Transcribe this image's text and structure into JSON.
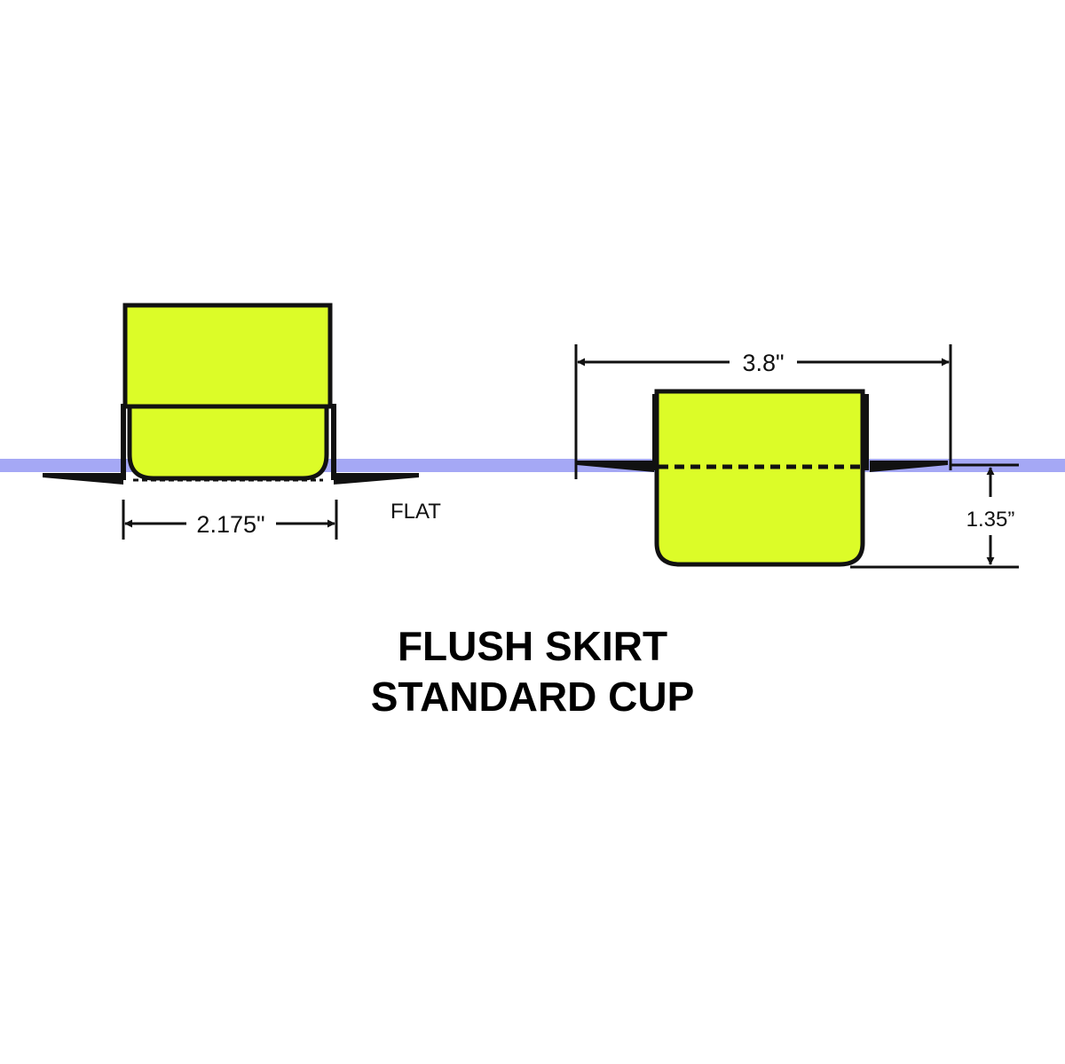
{
  "colors": {
    "cup_fill": "#dcfc28",
    "surface_line": "#a5a8f5",
    "outline": "#111111",
    "background": "#ffffff"
  },
  "left_view": {
    "width_label": "2.175\"",
    "side_label": "FLAT"
  },
  "right_view": {
    "width_label": "3.8\"",
    "height_label": "1.35”"
  },
  "title": {
    "line1": "FLUSH SKIRT",
    "line2": "STANDARD CUP"
  }
}
